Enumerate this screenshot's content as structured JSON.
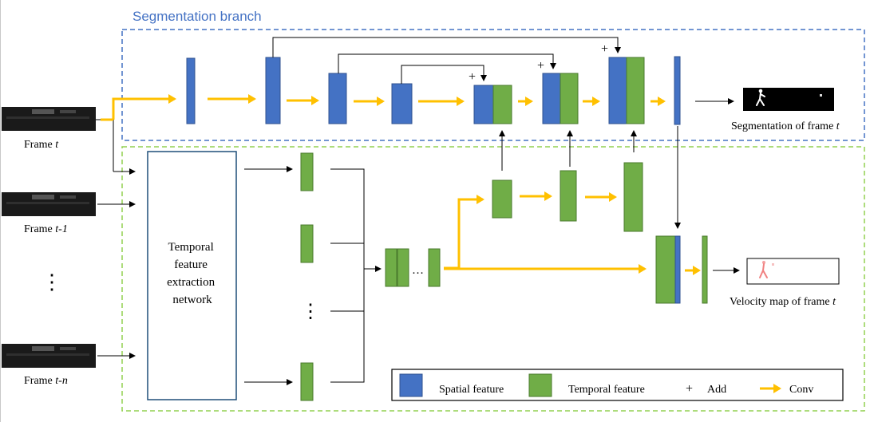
{
  "diagram": {
    "segmentation_branch_title": "Segmentation branch",
    "frames": [
      {
        "prefix": "Frame ",
        "var": "t"
      },
      {
        "prefix": "Frame ",
        "var": "t-1"
      },
      {
        "prefix": "Frame ",
        "var": "t-n"
      }
    ],
    "ellipsis_vertical": "⋮",
    "temporal_network_label": [
      "Temporal",
      "feature",
      "extraction",
      "network"
    ],
    "inline_ellipsis": "…",
    "add_symbol": "+",
    "outputs": {
      "segmentation": {
        "prefix": "Segmentation of frame ",
        "var": "t"
      },
      "velocity": {
        "prefix": "Velocity map of frame ",
        "var": "t"
      }
    },
    "legend": {
      "spatial": "Spatial feature",
      "temporal": "Temporal feature",
      "add_symbol": "+",
      "add": "Add",
      "conv": "Conv"
    },
    "colors": {
      "spatial_fill": "#4472C4",
      "temporal_fill": "#70AD47",
      "conv_arrow": "#FFC000",
      "segmentation_border": "#4472C4",
      "temporal_branch_border": "#92D050"
    }
  }
}
